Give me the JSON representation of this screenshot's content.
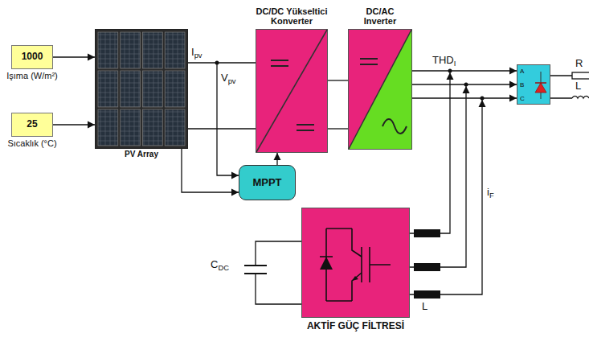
{
  "diagram": {
    "nodes": [
      {
        "text": [
          "1000",
          "Işıma (W/m²)"
        ]
      },
      {
        "text": [
          "25",
          "Sıcaklık (°C)"
        ]
      },
      {
        "text": [
          "PV Array"
        ]
      },
      {
        "text": [
          "DC/DC Yükseltici Konverter"
        ]
      },
      {
        "text": [
          "DC/AC Inverter"
        ]
      },
      {
        "text": [
          "MPPT"
        ]
      },
      {
        "text": [
          "A",
          "B",
          "C"
        ]
      },
      {
        "text": [
          "AKTİF GÜÇ FİLTRESİ"
        ]
      }
    ],
    "edges": [
      {
        "from": 0,
        "to": 2,
        "arrow": "to"
      },
      {
        "from": 1,
        "to": 2,
        "arrow": "to"
      },
      {
        "from": 2,
        "to": 3,
        "label": "Ipv",
        "arrow": "none"
      },
      {
        "from": 2,
        "to": 5,
        "arrow": "to"
      },
      {
        "from": 5,
        "to": 3,
        "arrow": "to"
      },
      {
        "from": 3,
        "to": 4,
        "arrow": "none"
      },
      {
        "from": 4,
        "to": 6,
        "label": "THDI",
        "arrow": "to"
      }
    ],
    "labels": [
      "Vpv",
      "iF",
      "CDC",
      "L",
      "R",
      "L"
    ]
  }
}
